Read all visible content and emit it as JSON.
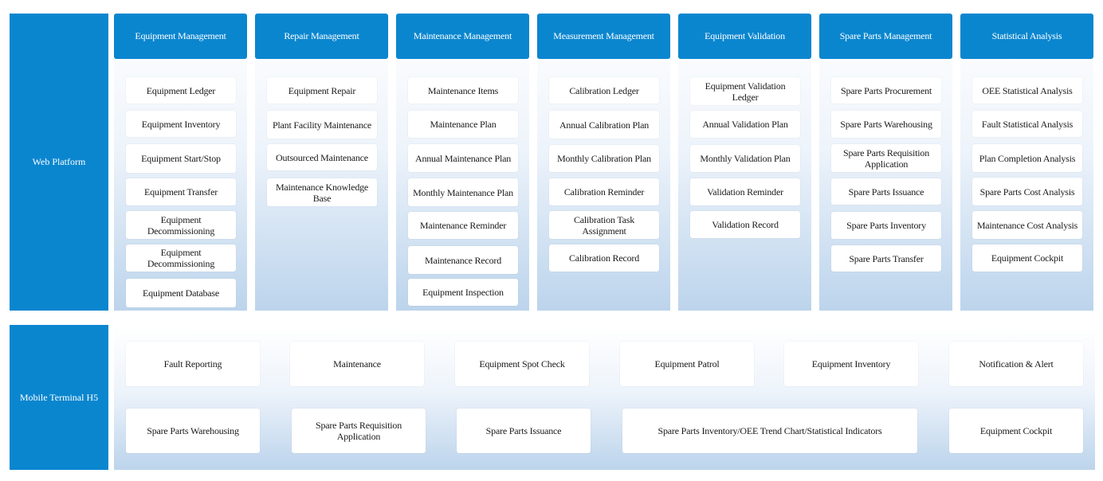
{
  "colors": {
    "accent": "#0a86cf",
    "panel_bottom": "#bcd4ec",
    "card": "#ffffff"
  },
  "web_platform": {
    "label": "Web Platform",
    "columns": [
      {
        "title": "Equipment Management",
        "items": [
          "Equipment Ledger",
          "Equipment Inventory",
          "Equipment Start/Stop",
          "Equipment Transfer",
          "Equipment Decommissioning",
          "Equipment Decommissioning",
          "Equipment Database"
        ]
      },
      {
        "title": "Repair Management",
        "items": [
          "Equipment Repair",
          "Plant Facility Maintenance",
          "Outsourced Maintenance",
          "Maintenance Knowledge Base"
        ]
      },
      {
        "title": "Maintenance Management",
        "items": [
          "Maintenance Items",
          "Maintenance Plan",
          "Annual Maintenance Plan",
          "Monthly Maintenance Plan",
          "Maintenance Reminder",
          "Maintenance Record",
          "Equipment Inspection"
        ]
      },
      {
        "title": "Measurement Management",
        "items": [
          "Calibration Ledger",
          "Annual Calibration Plan",
          "Monthly Calibration Plan",
          "Calibration Reminder",
          "Calibration Task Assignment",
          "Calibration Record"
        ]
      },
      {
        "title": "Equipment Validation",
        "items": [
          "Equipment Validation Ledger",
          "Annual Validation Plan",
          "Monthly Validation Plan",
          "Validation Reminder",
          "Validation Record"
        ]
      },
      {
        "title": "Spare Parts Management",
        "items": [
          "Spare Parts Procurement",
          "Spare Parts Warehousing",
          "Spare Parts Requisition Application",
          "Spare Parts Issuance",
          "Spare Parts Inventory",
          "Spare Parts Transfer"
        ]
      },
      {
        "title": "Statistical Analysis",
        "items": [
          "OEE Statistical Analysis",
          "Fault Statistical Analysis",
          "Plan Completion Analysis",
          "Spare Parts Cost Analysis",
          "Maintenance Cost Analysis",
          "Equipment Cockpit"
        ]
      }
    ]
  },
  "mobile": {
    "label": "Mobile Terminal H5",
    "row1": [
      "Fault Reporting",
      "Maintenance",
      "Equipment Spot Check",
      "Equipment Patrol",
      "Equipment Inventory",
      "Notification & Alert"
    ],
    "row2": [
      "Spare Parts Warehousing",
      "Spare Parts Requisition Application",
      "Spare Parts Issuance",
      "Spare Parts Inventory/OEE Trend Chart/Statistical Indicators",
      "Equipment Cockpit"
    ]
  }
}
